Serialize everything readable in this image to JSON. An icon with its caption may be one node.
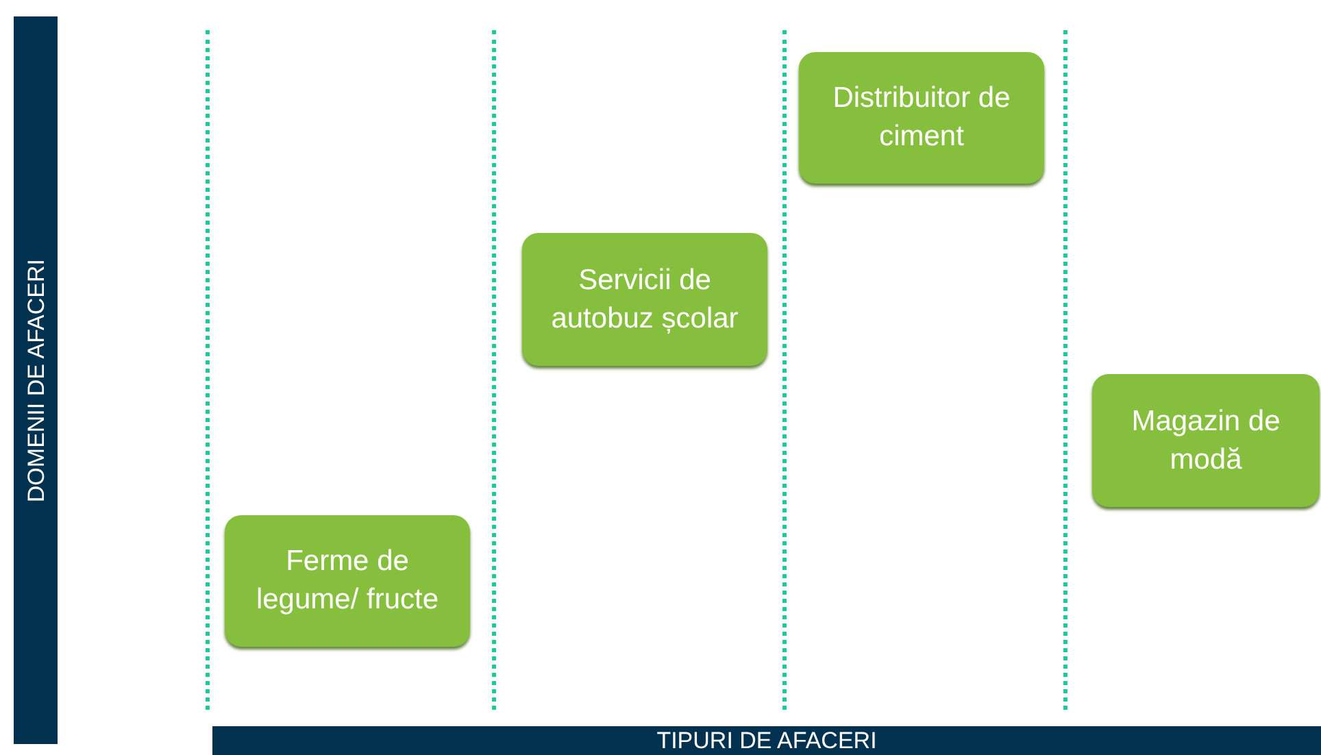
{
  "diagram": {
    "nodes": [
      {
        "text": [
          "DOMENII DE AFACERI"
        ]
      },
      {
        "text": [
          "Ferme de legume/ fructe"
        ]
      },
      {
        "text": [
          "Servicii de autobuz școlar"
        ]
      },
      {
        "text": [
          "Distribuitor de ciment"
        ]
      },
      {
        "text": [
          "Magazin de modă"
        ]
      },
      {
        "text": [
          "TIPURI DE AFACERI"
        ]
      }
    ]
  }
}
